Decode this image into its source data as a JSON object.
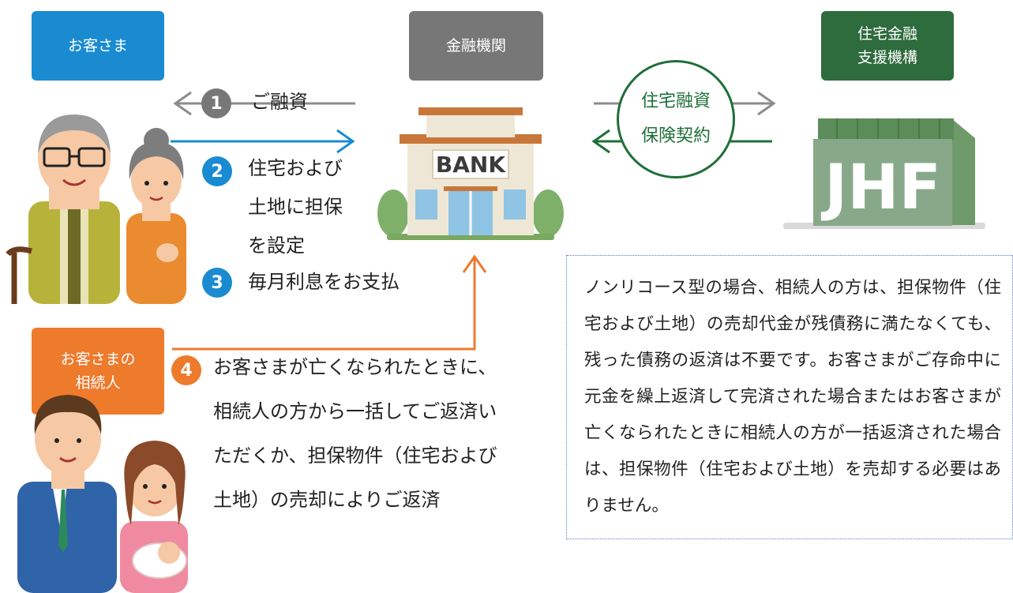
{
  "labels": {
    "customer": "お客さま",
    "bank": "金融機関",
    "thf_line1": "住宅金融",
    "thf_line2": "支援機構",
    "heir_line1": "お客さまの",
    "heir_line2": "相続人"
  },
  "steps": {
    "s1": {
      "num": "1",
      "text": "ご融資"
    },
    "s2": {
      "num": "2",
      "line1": "住宅および",
      "line2": "土地に担保",
      "line3": "を設定"
    },
    "s3": {
      "num": "3",
      "text": "毎月利息をお支払"
    },
    "s4": {
      "num": "4",
      "line1": "お客さまが亡くなられたときに、",
      "line2": "相続人の方から一括してご返済い",
      "line3": "ただくか、担保物件（住宅および",
      "line4": "土地）の売却によりご返済"
    }
  },
  "insurance": {
    "line1": "住宅融資",
    "line2": "保険契約"
  },
  "bank_sign": "BANK",
  "thf_sign": "JHF",
  "note": "ノンリコース型の場合、相続人の方は、担保物件（住宅および土地）の売却代金が残債務に満たなくても、残った債務の返済は不要です。お客さまがご存命中に元金を繰上返済して完済された場合またはお客さまが亡くなられたときに相続人の方が一括返済された場合は、担保物件（住宅および土地）を売却する必要はありません。",
  "colors": {
    "customer_blue": "#1a8bd1",
    "bank_gray": "#777777",
    "thf_green": "#2e6b3d",
    "heir_orange": "#ee7a2c",
    "arrow_gray": "#8c8c8c",
    "arrow_blue": "#1a8bd1",
    "arrow_orange": "#ee7a2c",
    "arrow_green": "#1f6f38"
  }
}
